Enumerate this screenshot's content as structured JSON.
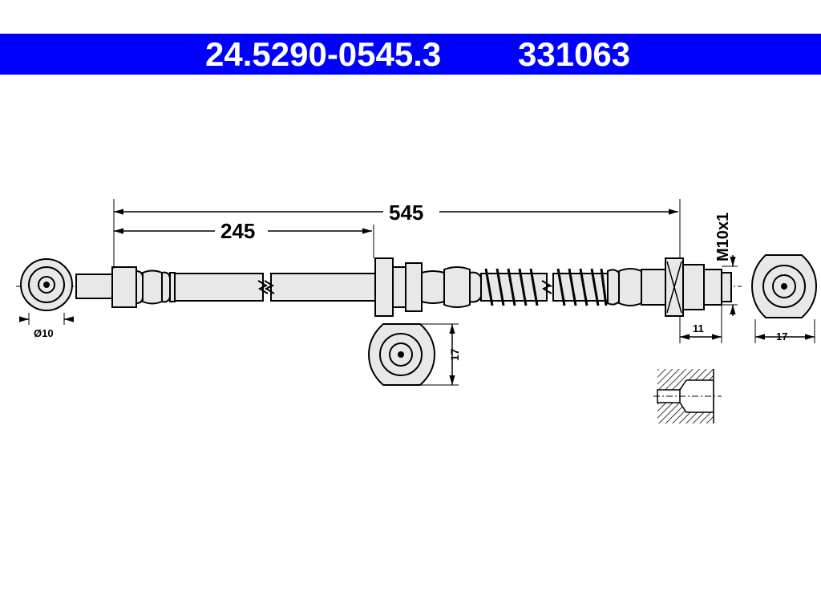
{
  "header": {
    "part_number": "24.5290-0545.3",
    "ref_number": "331063",
    "background": "#0000ff",
    "text_color": "#ffffff"
  },
  "dimensions": {
    "overall_length": "545",
    "sleeve_length": "245",
    "banjo_diameter": "Ø10",
    "thread": "M10x1",
    "fitting_length": "11",
    "end_hex_width": "17",
    "mid_hex_width": "17"
  },
  "colors": {
    "line": "#000000",
    "fill": "#e8e8e8",
    "background": "#ffffff"
  }
}
